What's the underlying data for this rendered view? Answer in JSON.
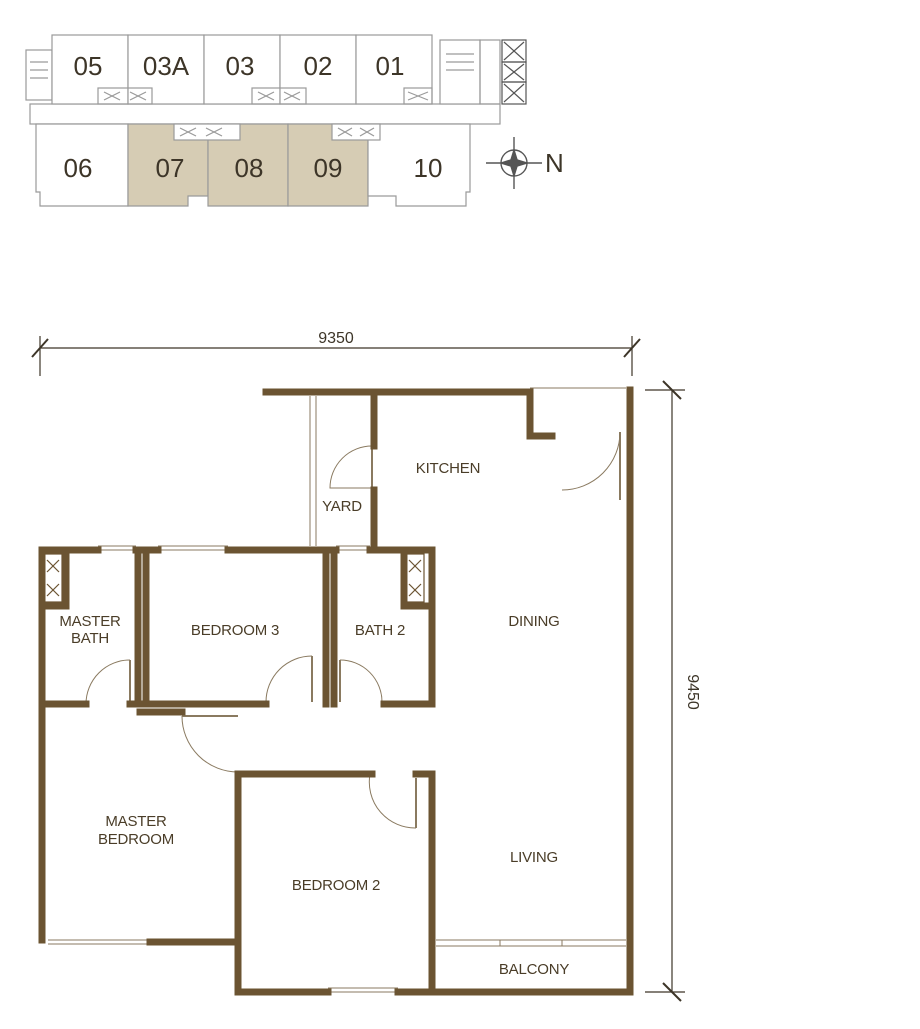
{
  "colors": {
    "wall": "#6b5432",
    "keyplan_line": "#9a9a9a",
    "highlight": "#d6ccb4",
    "thin_line": "#8a7a60",
    "text": "#3d3528"
  },
  "key_plan": {
    "north_units": [
      "05",
      "03A",
      "03",
      "02",
      "01"
    ],
    "south_units": [
      "06",
      "07",
      "08",
      "09",
      "10"
    ],
    "highlighted_units": [
      "07",
      "08",
      "09"
    ],
    "north_label": "N"
  },
  "floor_plan": {
    "dimension_width": "9350",
    "dimension_height": "9450",
    "rooms": {
      "kitchen": "KITCHEN",
      "yard": "YARD",
      "master_bath_1": "MASTER",
      "master_bath_2": "BATH",
      "bedroom_3": "BEDROOM 3",
      "bath_2": "BATH 2",
      "dining": "DINING",
      "master_bedroom_1": "MASTER",
      "master_bedroom_2": "BEDROOM",
      "bedroom_2": "BEDROOM 2",
      "living": "LIVING",
      "balcony": "BALCONY"
    }
  }
}
